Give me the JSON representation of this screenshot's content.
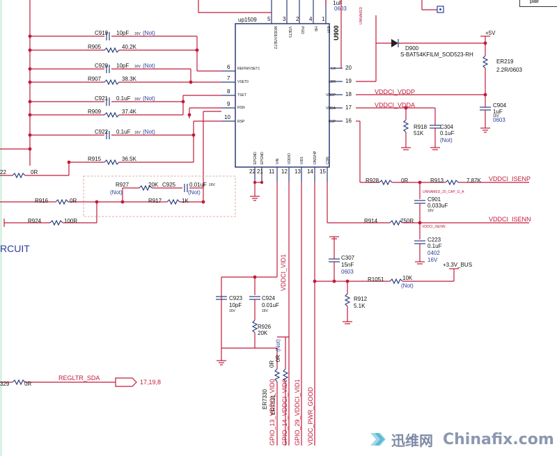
{
  "ic": {
    "ref": "up1509",
    "name": "U900",
    "pins_top": [
      {
        "num": "5",
        "name": "MODE/VSET2"
      },
      {
        "num": "3",
        "name": "VSET3"
      },
      {
        "num": "2",
        "name": "PGD"
      },
      {
        "num": "4",
        "name": "HR"
      },
      {
        "num": "1",
        "name": "EST"
      }
    ],
    "pins_left": [
      {
        "num": "6",
        "name": "REFIN/VSET1"
      },
      {
        "num": "7",
        "name": "VSET0"
      },
      {
        "num": "8",
        "name": "TSET"
      },
      {
        "num": "9",
        "name": "RSN"
      },
      {
        "num": "10",
        "name": "RSP"
      }
    ],
    "pins_right": [
      {
        "num": "20",
        "name": "LX"
      },
      {
        "num": "19",
        "name": "LDR"
      },
      {
        "num": "18",
        "name": "VDDP"
      },
      {
        "num": "17",
        "name": "VDDA"
      },
      {
        "num": "16",
        "name": "CSP"
      }
    ],
    "pins_bottom": [
      {
        "num": "22",
        "name": "EPGND"
      },
      {
        "num": "21",
        "name": "EPGND"
      },
      {
        "num": "11",
        "name": "VIN"
      },
      {
        "num": "12",
        "name": "VDDIO"
      },
      {
        "num": "13",
        "name": "VID1"
      },
      {
        "num": "14",
        "name": "ONS/HP"
      },
      {
        "num": "15",
        "name": "CSN"
      }
    ]
  },
  "components": {
    "c919": {
      "ref": "C919",
      "value": "10pF",
      "rating": "16V",
      "note": "(Not)"
    },
    "r905": {
      "ref": "R905",
      "value": "40.2K"
    },
    "c920": {
      "ref": "C920",
      "value": "10pF",
      "rating": "16V",
      "note": "(Not)"
    },
    "r907": {
      "ref": "R907",
      "value": "38.3K"
    },
    "c921": {
      "ref": "C921",
      "value": "0.1uF",
      "rating": "16V",
      "note": "(Not)"
    },
    "r909": {
      "ref": "R909",
      "value": "37.4K"
    },
    "c922": {
      "ref": "C922",
      "value": "0.1uF",
      "rating": "16V",
      "note": "(Not)"
    },
    "r915": {
      "ref": "R915",
      "value": "36.5K"
    },
    "r927": {
      "ref": "R927",
      "value": "20K",
      "note": "(Not)"
    },
    "c925": {
      "ref": "C925",
      "value": "0.01uF",
      "rating": "16V",
      "note": "(Not)"
    },
    "r917": {
      "ref": "R917",
      "value": "1K"
    },
    "r916": {
      "ref": "R916",
      "value": "0R"
    },
    "r924": {
      "ref": "R924",
      "value": "100R"
    },
    "r22": {
      "ref": "22",
      "value": "0R"
    },
    "d900": {
      "ref": "D900",
      "value": "S-BAT54KFILM_SOD523-RH"
    },
    "er219": {
      "ref": "ER219",
      "value": "2.2R/0603"
    },
    "c904": {
      "ref": "C904",
      "value": "1uF",
      "rating": "16V",
      "package": "0603"
    },
    "r918": {
      "ref": "R918",
      "value": "51K"
    },
    "c304": {
      "ref": "C304",
      "value": "0.1uF",
      "note": "(Not)"
    },
    "r928": {
      "ref": "R928",
      "value": "0R"
    },
    "r913": {
      "ref": "R913",
      "value": "7.87K"
    },
    "c901": {
      "ref": "C901",
      "value": "0.033uF",
      "rating": "16V"
    },
    "r914": {
      "ref": "R914",
      "value": "750R"
    },
    "c223": {
      "ref": "C223",
      "value": "0.1uF",
      "package": "0402",
      "rating": "16V"
    },
    "c307": {
      "ref": "C307",
      "value": "15nF",
      "package": "0603"
    },
    "r1051": {
      "ref": "R1051",
      "value": "10K",
      "note": "(Not)"
    },
    "r912": {
      "ref": "R912",
      "value": "5.1K"
    },
    "c923": {
      "ref": "C923",
      "value": "10pF",
      "rating": "16V"
    },
    "c924": {
      "ref": "C924",
      "value": "0.01uF",
      "rating": "16V"
    },
    "r926": {
      "ref": "R926",
      "value": "20K"
    },
    "er7330": {
      "ref": "ER7330",
      "value": "0R"
    },
    "er7331": {
      "ref": "ER7331",
      "value": "0R",
      "note": "(Not)"
    },
    "r329": {
      "ref": "329",
      "value": "0R"
    },
    "top_cap": {
      "ref": "0603",
      "value": "1uF"
    }
  },
  "nets": {
    "plus5v": "+5V",
    "vddci_vddp": "VDDCI_VDDP",
    "vddci_vdda": "VDDCI_VDDA",
    "vddci_isenp": "VDDCI_ISENP",
    "vddci_isenn": "VDDCI_ISENN",
    "plus3v3_bus": "+3.3V_BUS",
    "vddci_vid1": "VDDCI_VID1",
    "regltr_sda": "REGLTR_SDA",
    "page_ref": "17,19,8",
    "gpio13": "GPIO_13_VDDCI_VID0",
    "gpio14": "GPIO_14_VDDCI_VID0",
    "gpio29": "GPIO_29_VDDCI_VID1",
    "vddc_pwr_good": "VDDC_PWR_GOOD",
    "circuit": "RCUIT",
    "pair": "pair",
    "vddci_isenn_small": "VDDCI_ISENN",
    "csp_small": "UNNAMED_20_CAP_G_A"
  },
  "watermark": {
    "cn": "迅维网",
    "en": "Chinafix.com"
  },
  "colors": {
    "wire": "#c21a3a",
    "component": "#2b3d7a",
    "ic_outline": "#1e2a6a"
  }
}
